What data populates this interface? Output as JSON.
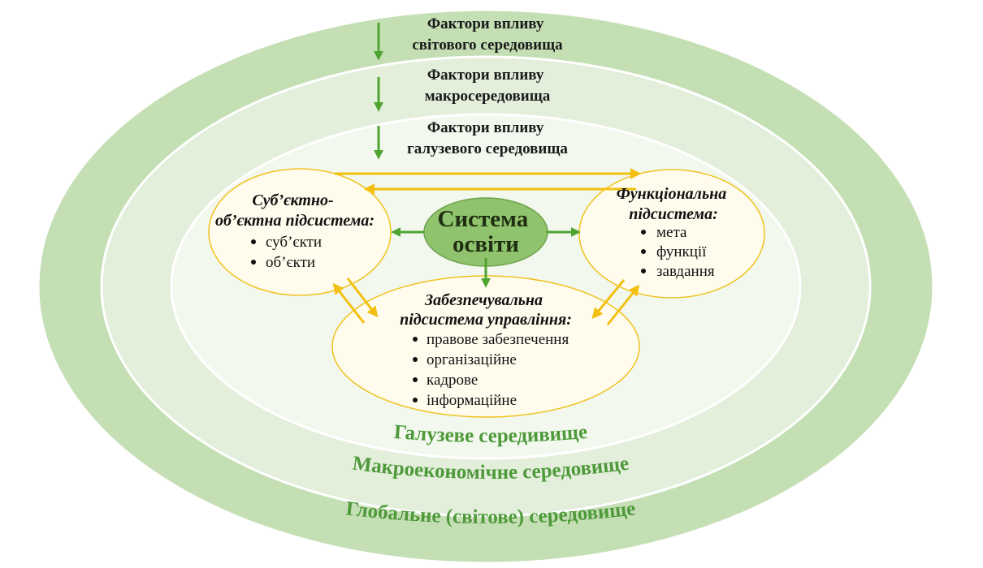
{
  "factors": {
    "world": [
      "Фактори впливу",
      "світового середовища"
    ],
    "macro": [
      "Фактори впливу",
      "макросередовища"
    ],
    "industry": [
      "Фактори впливу",
      "галузевого середовища"
    ]
  },
  "center": [
    "Система",
    "освіти"
  ],
  "subsystems": {
    "subject_object": {
      "title": [
        "Суб’єктно-",
        "об’єктна підсистема:"
      ],
      "items": [
        "суб’єкти",
        "об’єкти"
      ]
    },
    "functional": {
      "title": [
        "Функціональна",
        "підсистема:"
      ],
      "items": [
        "мета",
        "функції",
        "завдання"
      ]
    },
    "support": {
      "title": [
        "Забезпечувальна",
        "підсистема управління:"
      ],
      "items": [
        "правове забезпечення",
        "організаційне",
        "кадрове",
        "інформаційне"
      ]
    }
  },
  "rings": {
    "industry": "Галузеве середивище",
    "macro": "Макроекономічне середовище",
    "global": "Глобальне (світове) середовище"
  },
  "colors": {
    "outer_ring": "#c5dfb5",
    "middle_ring": "#e3eedb",
    "inner_ring": "#f2f8ee",
    "ring_stroke": "#ffffff",
    "center_fill": "#8fc36d",
    "center_stroke": "#6fa24d",
    "sub_fill": "#fffcee",
    "sub_stroke": "#f0c21f",
    "green_arrow": "#4fa331",
    "yellow_arrow": "#f3c012"
  }
}
